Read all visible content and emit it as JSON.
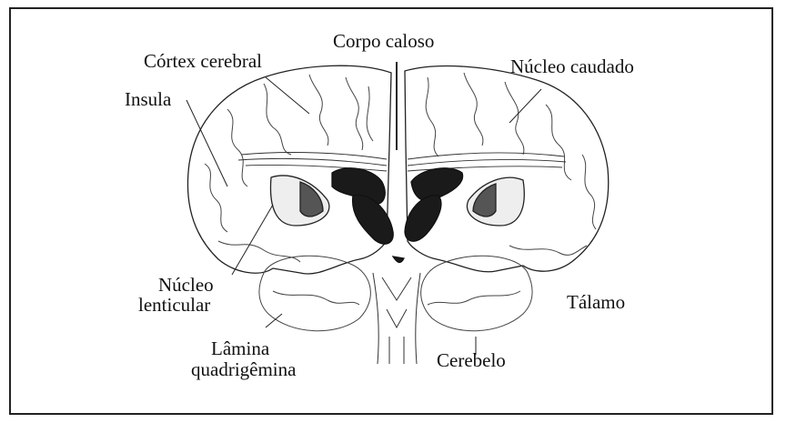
{
  "labels": {
    "corpo_caloso": "Corpo caloso",
    "cortex_cerebral": "Córtex cerebral",
    "nucleo_caudado": "Núcleo caudado",
    "insula": "Insula",
    "nucleo_lenticular_1": "Núcleo",
    "nucleo_lenticular_2": "lenticular",
    "talamo": "Tálamo",
    "lamina_1": "Lâmina",
    "lamina_2": "quadrigêmina",
    "cerebelo": "Cerebelo"
  }
}
